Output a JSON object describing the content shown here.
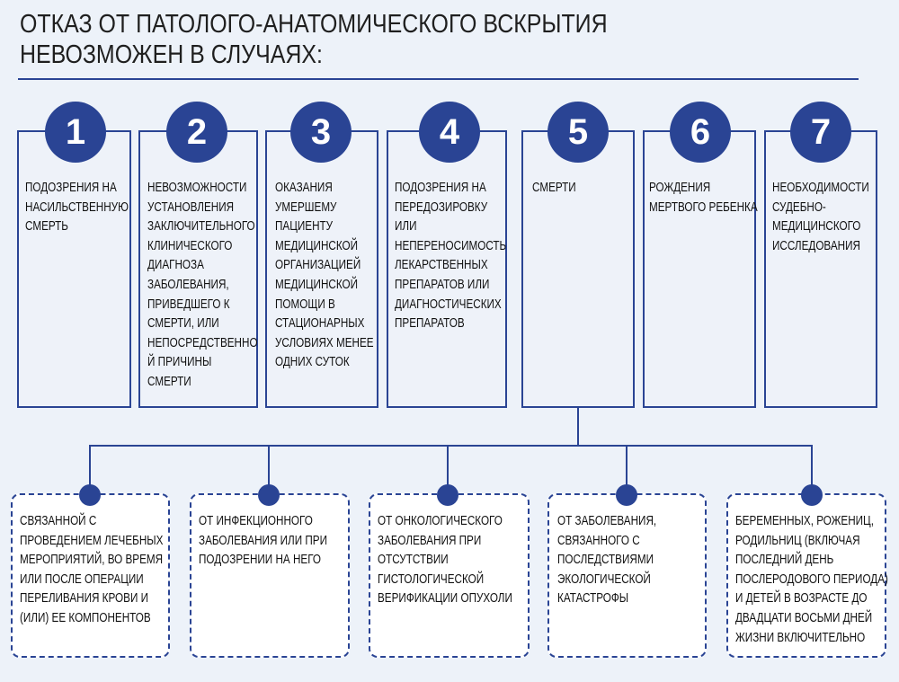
{
  "title": "ОТКАЗ ОТ ПАТОЛОГО-АНАТОМИЧЕСКОГО ВСКРЫТИЯ\nНЕВОЗМОЖЕН В СЛУЧАЯХ:",
  "colors": {
    "accent": "#2a4494",
    "background": "#edf2f9"
  },
  "cases": [
    {
      "number": "1",
      "text": "ПОДОЗРЕНИЯ НА\nНАСИЛЬСТВЕННУЮ\nСМЕРТЬ"
    },
    {
      "number": "2",
      "text": "НЕВОЗМОЖНОСТИ\nУСТАНОВЛЕНИЯ\nЗАКЛЮЧИТЕЛЬНОГО\nКЛИНИЧЕСКОГО\nДИАГНОЗА\nЗАБОЛЕВАНИЯ,\nПРИВЕДШЕГО К\nСМЕРТИ, ИЛИ\nНЕПОСРЕДСТВЕННО\nЙ ПРИЧИНЫ\nСМЕРТИ"
    },
    {
      "number": "3",
      "text": "ОКАЗАНИЯ\nУМЕРШЕМУ\nПАЦИЕНТУ\nМЕДИЦИНСКОЙ\nОРГАНИЗАЦИЕЙ\nМЕДИЦИНСКОЙ\nПОМОЩИ В\nСТАЦИОНАРНЫХ\nУСЛОВИЯХ МЕНЕЕ\nОДНИХ СУТОК"
    },
    {
      "number": "4",
      "text": "ПОДОЗРЕНИЯ НА\nПЕРЕДОЗИРОВКУ\nИЛИ\nНЕПЕРЕНОСИМОСТЬ\nЛЕКАРСТВЕННЫХ\nПРЕПАРАТОВ ИЛИ\nДИАГНОСТИЧЕСКИХ\nПРЕПАРАТОВ"
    },
    {
      "number": "5",
      "text": "СМЕРТИ"
    },
    {
      "number": "6",
      "text": "РОЖДЕНИЯ\nМЕРТВОГО РЕБЕНКА"
    },
    {
      "number": "7",
      "text": "НЕОБХОДИМОСТИ\nСУДЕБНО-\nМЕДИЦИНСКОГО\nИССЛЕДОВАНИЯ"
    }
  ],
  "death_subcases": [
    {
      "text": "СВЯЗАННОЙ С\nПРОВЕДЕНИЕМ ЛЕЧЕБНЫХ\nМЕРОПРИЯТИЙ, ВО ВРЕМЯ\nИЛИ ПОСЛЕ ОПЕРАЦИИ\nПЕРЕЛИВАНИЯ КРОВИ И\n(ИЛИ) ЕЕ КОМПОНЕНТОВ"
    },
    {
      "text": "ОТ ИНФЕКЦИОННОГО\nЗАБОЛЕВАНИЯ ИЛИ ПРИ\nПОДОЗРЕНИИ НА НЕГО"
    },
    {
      "text": "ОТ ОНКОЛОГИЧЕСКОГО\nЗАБОЛЕВАНИЯ ПРИ\nОТСУТСТВИИ\nГИСТОЛОГИЧЕСКОЙ\nВЕРИФИКАЦИИ ОПУХОЛИ"
    },
    {
      "text": "ОТ ЗАБОЛЕВАНИЯ,\nСВЯЗАННОГО С\nПОСЛЕДСТВИЯМИ\nЭКОЛОГИЧЕСКОЙ\nКАТАСТРОФЫ"
    },
    {
      "text": "БЕРЕМЕННЫХ, РОЖЕНИЦ,\nРОДИЛЬНИЦ (ВКЛЮЧАЯ\nПОСЛЕДНИЙ ДЕНЬ\nПОСЛЕРОДОВОГО ПЕРИОДА)\nИ ДЕТЕЙ В ВОЗРАСТЕ ДО\nДВАДЦАТИ ВОСЬМИ ДНЕЙ\nЖИЗНИ ВКЛЮЧИТЕЛЬНО"
    }
  ]
}
